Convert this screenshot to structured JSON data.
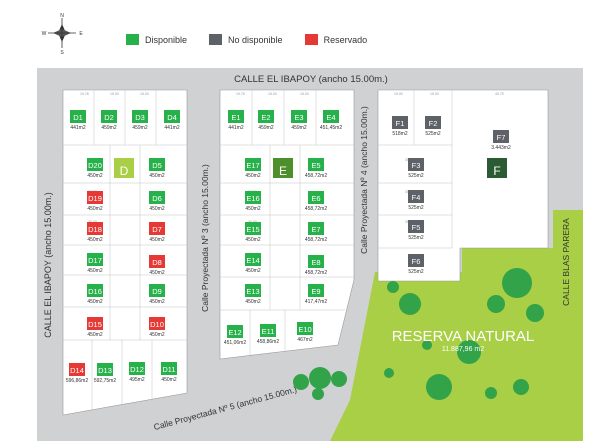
{
  "legend": {
    "available": {
      "label": "Disponible",
      "color": "#27b14a"
    },
    "unavailable": {
      "label": "No disponible",
      "color": "#5d6168"
    },
    "reserved": {
      "label": "Reservado",
      "color": "#e53935"
    }
  },
  "compass": {
    "n": "N",
    "s": "S",
    "e": "E",
    "w": "W"
  },
  "streets": {
    "top": "CALLE EL IBAPOY (ancho 15.00m.)",
    "left": "CALLE EL IBAPOY (ancho 15.00m.)",
    "p3": "Calle Proyectada Nº 3 (ancho 15.00m.)",
    "p4": "Calle Proyectada Nº 4 (ancho 15.00m.)",
    "p5": "Calle Proyectada Nº 5 (ancho 15.00m.)",
    "right": "CALLE BLAS PARERA"
  },
  "reserve": {
    "title": "RESERVA NATURAL",
    "area": "11.887,96 m2"
  },
  "blocks": {
    "d": "D",
    "e": "E",
    "f": "F"
  },
  "lots": [
    {
      "id": "D1",
      "area": "441m2",
      "status": "available"
    },
    {
      "id": "D2",
      "area": "459m2",
      "status": "available"
    },
    {
      "id": "D3",
      "area": "459m2",
      "status": "available"
    },
    {
      "id": "D4",
      "area": "441m2",
      "status": "available"
    },
    {
      "id": "D20",
      "area": "450m2",
      "status": "available"
    },
    {
      "id": "D5",
      "area": "450m2",
      "status": "available"
    },
    {
      "id": "D19",
      "area": "450m2",
      "status": "reserved"
    },
    {
      "id": "D6",
      "area": "450m2",
      "status": "available"
    },
    {
      "id": "D18",
      "area": "450m2",
      "status": "reserved"
    },
    {
      "id": "D7",
      "area": "450m2",
      "status": "reserved"
    },
    {
      "id": "D17",
      "area": "450m2",
      "status": "available"
    },
    {
      "id": "D8",
      "area": "450m2",
      "status": "reserved"
    },
    {
      "id": "D16",
      "area": "450m2",
      "status": "available"
    },
    {
      "id": "D9",
      "area": "450m2",
      "status": "available"
    },
    {
      "id": "D15",
      "area": "450m2",
      "status": "reserved"
    },
    {
      "id": "D10",
      "area": "450m2",
      "status": "reserved"
    },
    {
      "id": "D14",
      "area": "596,86m2",
      "status": "reserved"
    },
    {
      "id": "D13",
      "area": "592,75m2",
      "status": "available"
    },
    {
      "id": "D12",
      "area": "495m2",
      "status": "available"
    },
    {
      "id": "D11",
      "area": "450m2",
      "status": "available"
    },
    {
      "id": "E1",
      "area": "441m2",
      "status": "available"
    },
    {
      "id": "E2",
      "area": "459m2",
      "status": "available"
    },
    {
      "id": "E3",
      "area": "459m2",
      "status": "available"
    },
    {
      "id": "E4",
      "area": "451,45m2",
      "status": "available"
    },
    {
      "id": "E17",
      "area": "450m2",
      "status": "available"
    },
    {
      "id": "E5",
      "area": "458,72m2",
      "status": "available"
    },
    {
      "id": "E16",
      "area": "450m2",
      "status": "available"
    },
    {
      "id": "E6",
      "area": "458,72m2",
      "status": "available"
    },
    {
      "id": "E15",
      "area": "450m2",
      "status": "available"
    },
    {
      "id": "E7",
      "area": "458,72m2",
      "status": "available"
    },
    {
      "id": "E14",
      "area": "450m2",
      "status": "available"
    },
    {
      "id": "E8",
      "area": "458,72m2",
      "status": "available"
    },
    {
      "id": "E13",
      "area": "450m2",
      "status": "available"
    },
    {
      "id": "E9",
      "area": "417,47m2",
      "status": "available"
    },
    {
      "id": "E12",
      "area": "451,06m2",
      "status": "available"
    },
    {
      "id": "E11",
      "area": "458,86m2",
      "status": "available"
    },
    {
      "id": "E10",
      "area": "467m2",
      "status": "available"
    },
    {
      "id": "F1",
      "area": "518m2",
      "status": "unavailable"
    },
    {
      "id": "F2",
      "area": "525m2",
      "status": "unavailable"
    },
    {
      "id": "F7",
      "area": "3.443m2",
      "status": "unavailable"
    },
    {
      "id": "F3",
      "area": "525m2",
      "status": "unavailable"
    },
    {
      "id": "F4",
      "area": "525m2",
      "status": "unavailable"
    },
    {
      "id": "F5",
      "area": "525m2",
      "status": "unavailable"
    },
    {
      "id": "F6",
      "area": "525m2",
      "status": "unavailable"
    }
  ]
}
